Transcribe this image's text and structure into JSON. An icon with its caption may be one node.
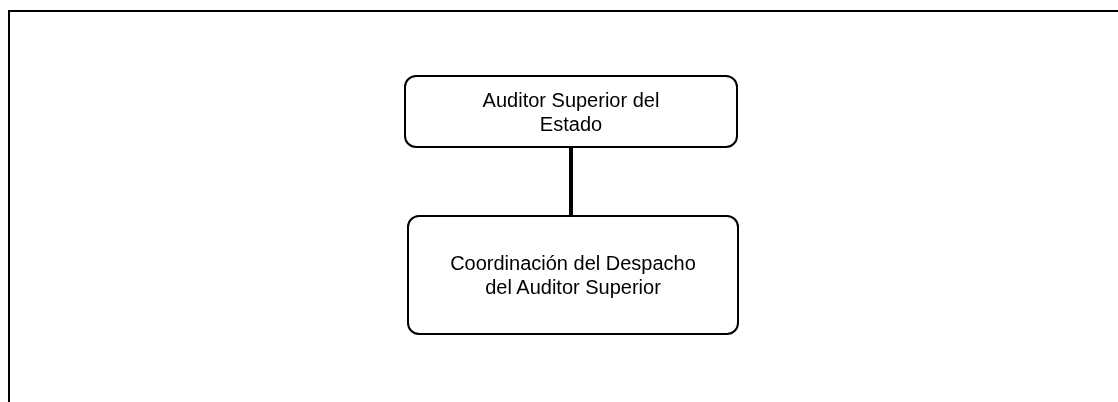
{
  "diagram": {
    "nodes": [
      {
        "text": [
          "Auditor Superior del Estado"
        ]
      },
      {
        "text": [
          "Coordinación del Despacho del Auditor Superior"
        ]
      }
    ],
    "edges": [
      {
        "from": 0,
        "to": 1,
        "arrow": "none"
      }
    ]
  }
}
